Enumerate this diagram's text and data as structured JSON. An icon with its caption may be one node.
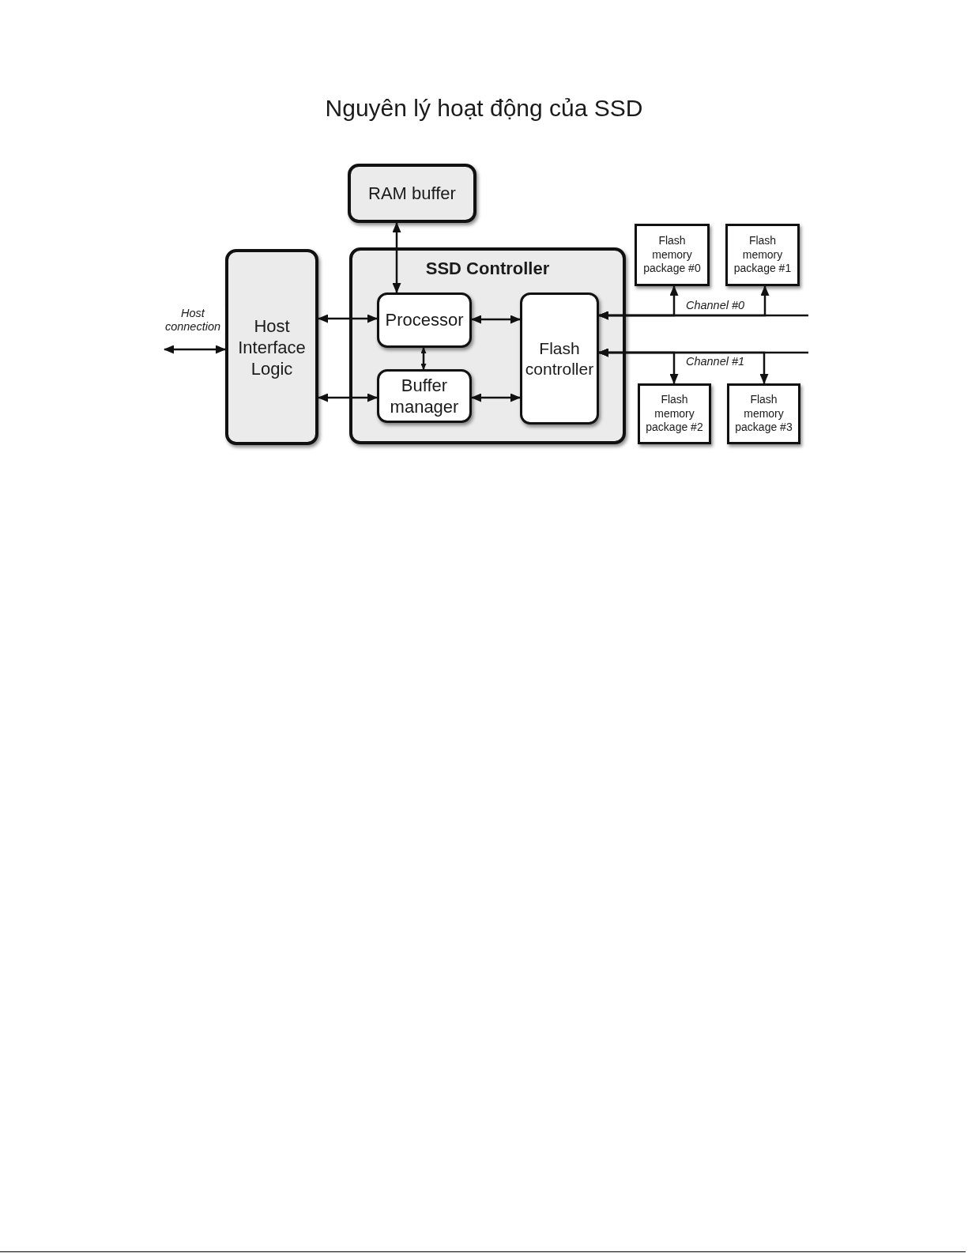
{
  "diagram": {
    "title": "Nguyên lý hoạt động của SSD",
    "nodes": [
      {
        "text": [
          "RAM buffer"
        ]
      },
      {
        "text": [
          "Host Interface Logic"
        ]
      },
      {
        "text": [
          "SSD Controller"
        ]
      },
      {
        "text": [
          "Processor"
        ],
        "in": 2
      },
      {
        "text": [
          "Buffer manager"
        ],
        "in": 2
      },
      {
        "text": [
          "Flash controller"
        ],
        "in": 2
      },
      {
        "text": [
          "Flash memory package #0"
        ]
      },
      {
        "text": [
          "Flash memory package #1"
        ]
      },
      {
        "text": [
          "Flash memory package #2"
        ]
      },
      {
        "text": [
          "Flash memory package #3"
        ]
      }
    ],
    "edges": [
      {
        "from": null,
        "to": 1,
        "arrow": "both",
        "label": "Host connection"
      },
      {
        "from": 1,
        "to": 3,
        "arrow": "both"
      },
      {
        "from": 1,
        "to": 4,
        "arrow": "both"
      },
      {
        "from": 0,
        "to": 3,
        "arrow": "both"
      },
      {
        "from": 3,
        "to": 4,
        "arrow": "both"
      },
      {
        "from": 3,
        "to": 5,
        "arrow": "both"
      },
      {
        "from": 4,
        "to": 5,
        "arrow": "both"
      },
      {
        "from": null,
        "to": 5,
        "arrow": "to",
        "label": "Channel #0"
      },
      {
        "from": 5,
        "to": 6,
        "arrow": "both"
      },
      {
        "from": 5,
        "to": 7,
        "arrow": "both"
      },
      {
        "from": null,
        "to": 5,
        "arrow": "to",
        "label": "Channel #1"
      },
      {
        "from": 5,
        "to": 8,
        "arrow": "both"
      },
      {
        "from": 5,
        "to": 9,
        "arrow": "both"
      }
    ]
  }
}
